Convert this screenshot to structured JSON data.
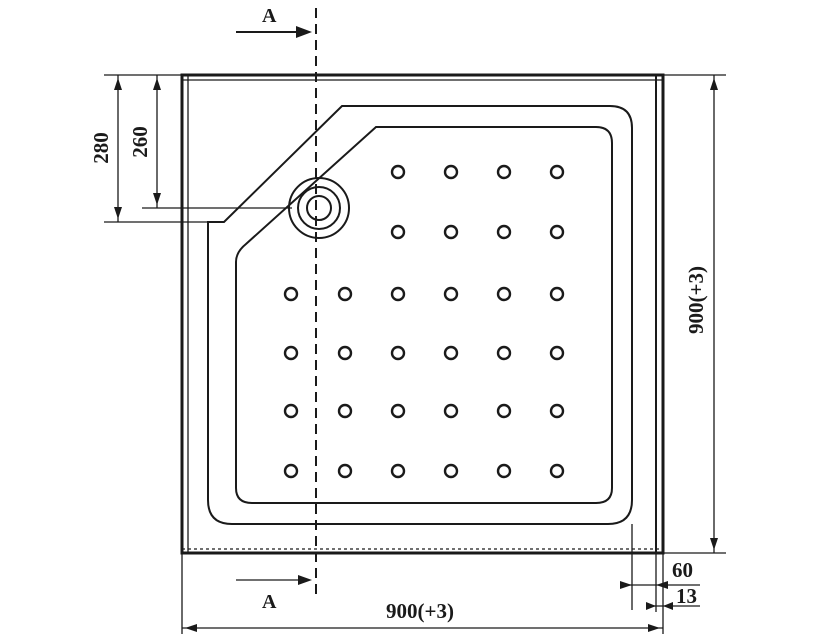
{
  "section_marker": "A",
  "dimensions": {
    "overall_width": "900(+3)",
    "overall_height": "900(+3)",
    "drain_offset_outer": "280",
    "drain_offset_inner": "260",
    "rim_width": "60",
    "edge_thickness": "13"
  },
  "holes": {
    "rows": [
      [
        0,
        0,
        1,
        1,
        1,
        1
      ],
      [
        0,
        0,
        1,
        1,
        1,
        1
      ],
      [
        1,
        1,
        1,
        1,
        1,
        1
      ],
      [
        1,
        1,
        1,
        1,
        1,
        1
      ],
      [
        1,
        1,
        1,
        1,
        1,
        1
      ],
      [
        1,
        1,
        1,
        1,
        1,
        1
      ]
    ]
  }
}
